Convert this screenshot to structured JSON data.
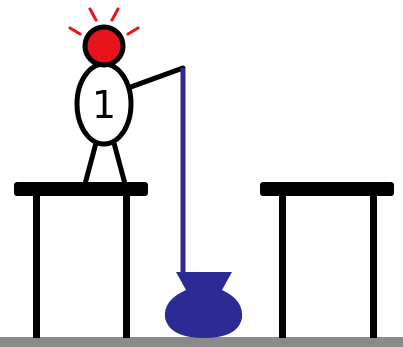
{
  "figure": {
    "badge_number": "1",
    "colors": {
      "background": "#ffffff",
      "outline": "#000000",
      "head": "#e8141d",
      "rope_and_bucket": "#2b2b93",
      "ground": "#8a8a8a"
    },
    "elements": [
      "table-left",
      "table-right",
      "stick-figure",
      "rope",
      "bucket",
      "ground-line",
      "alarm-rays"
    ]
  }
}
